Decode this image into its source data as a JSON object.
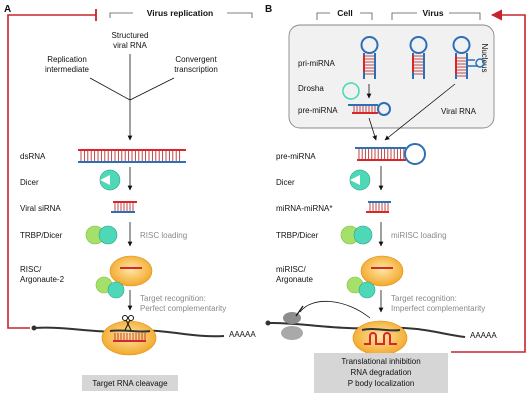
{
  "panel_a": {
    "letter": "A",
    "header": "Virus replication",
    "structured": [
      "Structured",
      "viral RNA"
    ],
    "replication": [
      "Replication",
      "intermediate"
    ],
    "convergent": [
      "Convergent",
      "transcription"
    ],
    "dsrna": "dsRNA",
    "dicer": "Dicer",
    "sirna": "Viral siRNA",
    "trbp": "TRBP/Dicer",
    "risc_loading": "RISC loading",
    "risc": [
      "RISC/",
      "Argonaute-2"
    ],
    "target": [
      "Target recognition:",
      "Perfect complementarity"
    ],
    "polya": "AAAAA",
    "result": "Target RNA cleavage"
  },
  "panel_b": {
    "letter": "B",
    "cell": "Cell",
    "virus": "Virus",
    "nucleus": "Nucleus",
    "pri": "pri-miRNA",
    "drosha": "Drosha",
    "pre_in": "pre-miRNA",
    "viral_rna": "Viral RNA",
    "pre": "pre-miRNA",
    "dicer": "Dicer",
    "mirna": "miRNA-miRNA*",
    "trbp": "TRBP/Dicer",
    "mirisc_loading": "miRISC loading",
    "mirisc": [
      "miRISC/",
      "Argonaute"
    ],
    "target": [
      "Target recognition:",
      "Imperfect complementarity"
    ],
    "polya": "AAAAA",
    "result": [
      "Translational inhibition",
      "RNA degradation",
      "P body localization"
    ]
  },
  "colors": {
    "red": "#d7262c",
    "blue": "#2b6fb6",
    "dicer": "#4fd8b8",
    "trbp": "#a6e06a",
    "argonaute": "#f5a623",
    "feedback": "#c8232c"
  }
}
